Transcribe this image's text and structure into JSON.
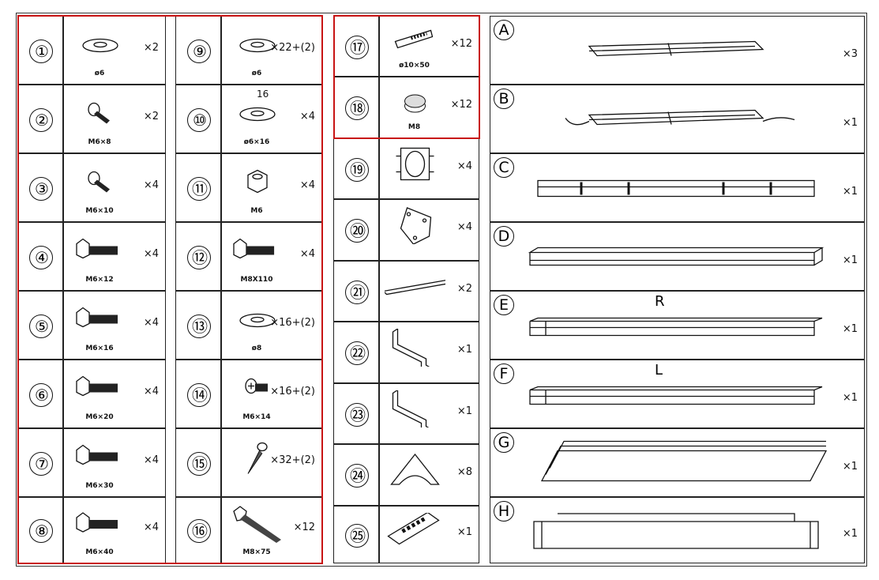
{
  "parts": [
    {
      "no": "①",
      "label": "ø6",
      "qty": "×2",
      "icon": "washer-icon"
    },
    {
      "no": "②",
      "label": "M6×8",
      "qty": "×2",
      "icon": "pan-screw-icon"
    },
    {
      "no": "③",
      "label": "M6×10",
      "qty": "×4",
      "icon": "pan-screw-icon"
    },
    {
      "no": "④",
      "label": "M6×12",
      "qty": "×4",
      "icon": "hex-bolt-icon"
    },
    {
      "no": "⑤",
      "label": "M6×16",
      "qty": "×4",
      "icon": "hex-bolt-icon"
    },
    {
      "no": "⑥",
      "label": "M6×20",
      "qty": "×4",
      "icon": "hex-bolt-icon"
    },
    {
      "no": "⑦",
      "label": "M6×30",
      "qty": "×4",
      "icon": "hex-bolt-icon"
    },
    {
      "no": "⑧",
      "label": "M6×40",
      "qty": "×4",
      "icon": "hex-bolt-icon"
    },
    {
      "no": "⑨",
      "label": "ø6",
      "qty": "×22+(2)",
      "icon": "washer-icon"
    },
    {
      "no": "⑩",
      "label": "ø6×16",
      "qty": "×4",
      "icon": "washer-icon",
      "dim": "16"
    },
    {
      "no": "⑪",
      "label": "M6",
      "qty": "×4",
      "icon": "hex-nut-icon"
    },
    {
      "no": "⑫",
      "label": "M8X110",
      "qty": "×4",
      "icon": "hex-bolt-icon"
    },
    {
      "no": "⑬",
      "label": "ø8",
      "qty": "×16+(2)",
      "icon": "washer-icon"
    },
    {
      "no": "⑭",
      "label": "M6×14",
      "qty": "×16+(2)",
      "icon": "countersunk-screw-icon"
    },
    {
      "no": "⑮",
      "label": "",
      "qty": "×32+(2)",
      "icon": "wood-screw-icon"
    },
    {
      "no": "⑯",
      "label": "M8×75",
      "qty": "×12",
      "icon": "lag-screw-icon"
    },
    {
      "no": "⑰",
      "label": "ø10×50",
      "qty": "×12",
      "icon": "wall-anchor-icon"
    },
    {
      "no": "⑱",
      "label": "M8",
      "qty": "×12",
      "icon": "cap-nut-icon"
    },
    {
      "no": "⑲",
      "label": "",
      "qty": "×4",
      "icon": "bracket-clamp-icon"
    },
    {
      "no": "⑳",
      "label": "",
      "qty": "×4",
      "icon": "plate-icon"
    },
    {
      "no": "㉑",
      "label": "",
      "qty": "×2",
      "icon": "flat-bar-icon"
    },
    {
      "no": "㉒",
      "label": "",
      "qty": "×1",
      "icon": "z-bracket-icon"
    },
    {
      "no": "㉓",
      "label": "",
      "qty": "×1",
      "icon": "z-bracket-icon"
    },
    {
      "no": "㉔",
      "label": "",
      "qty": "×8",
      "icon": "corner-brace-icon"
    },
    {
      "no": "㉕",
      "label": "",
      "qty": "×1",
      "icon": "remote-control-icon"
    }
  ],
  "components": [
    {
      "letter": "A",
      "qty": "×3",
      "side": "",
      "icon": "light-bar-icon"
    },
    {
      "letter": "B",
      "qty": "×1",
      "side": "",
      "icon": "light-bar-cable-icon"
    },
    {
      "letter": "C",
      "qty": "×1",
      "side": "",
      "icon": "track-open-icon"
    },
    {
      "letter": "D",
      "qty": "×1",
      "side": "",
      "icon": "profile-rail-icon"
    },
    {
      "letter": "E",
      "qty": "×1",
      "side": "R",
      "icon": "side-rail-icon"
    },
    {
      "letter": "F",
      "qty": "×1",
      "side": "L",
      "icon": "side-rail-icon"
    },
    {
      "letter": "G",
      "qty": "×1",
      "side": "",
      "icon": "panel-stack-icon"
    },
    {
      "letter": "H",
      "qty": "×1",
      "side": "",
      "icon": "channel-frame-icon"
    }
  ],
  "colors": {
    "highlight": "#c81414",
    "line": "#222222"
  }
}
